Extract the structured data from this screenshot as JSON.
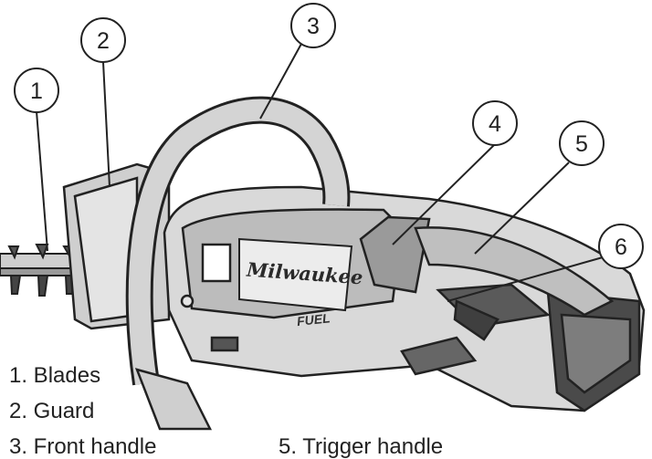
{
  "callouts": [
    {
      "number": "1"
    },
    {
      "number": "2"
    },
    {
      "number": "3"
    },
    {
      "number": "4"
    },
    {
      "number": "5"
    },
    {
      "number": "6"
    }
  ],
  "legend": [
    {
      "text": "1. Blades"
    },
    {
      "text": "2. Guard"
    },
    {
      "text": "3. Front handle"
    },
    {
      "text": "5. Trigger handle"
    }
  ],
  "branding": {
    "logo_text": "Milwaukee",
    "fuel_text": "FUEL"
  },
  "colors": {
    "line": "#222222",
    "body_fill": "#d9d9d9",
    "dark_fill": "#7d7d7d",
    "handle_fill": "#bfbfbf"
  }
}
